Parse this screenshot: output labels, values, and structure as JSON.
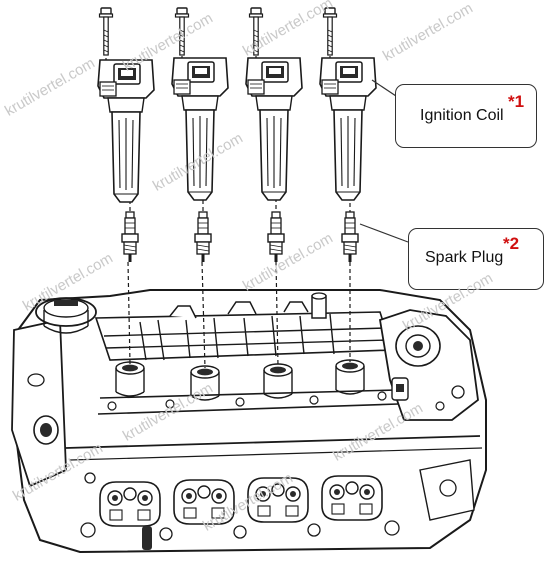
{
  "watermark": "krutilvertel.com",
  "callouts": {
    "ignition_coil": {
      "label": "Ignition Coil",
      "mark": "*1"
    },
    "spark_plug": {
      "label": "Spark Plug",
      "mark": "*2"
    }
  },
  "colors": {
    "line": "#1a1a1a",
    "mark": "#d01010",
    "watermark": "#c9c9c9"
  },
  "icons": [
    "bolt-icon",
    "ignition-coil-icon",
    "spark-plug-icon",
    "cylinder-head-icon"
  ]
}
